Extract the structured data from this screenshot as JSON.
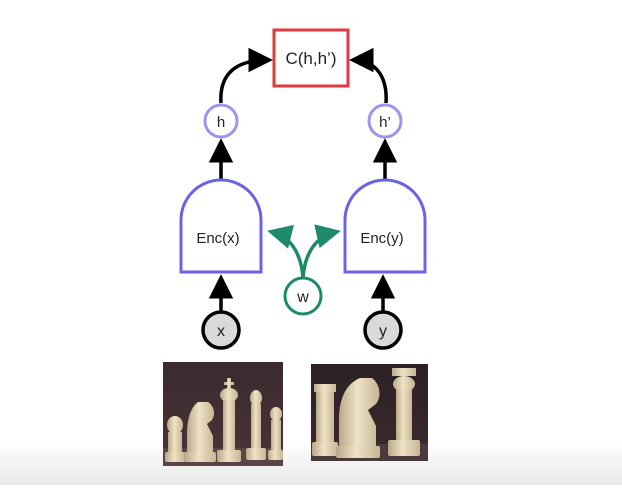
{
  "diagram": {
    "cost_node": {
      "label": "C(h,h’)",
      "color": "#e0393f"
    },
    "left_branch": {
      "input_label": "x",
      "encoder_label": "Enc(x)",
      "embedding_label": "h"
    },
    "right_branch": {
      "input_label": "y",
      "encoder_label": "Enc(y)",
      "embedding_label": "h’"
    },
    "shared_weights": {
      "label": "w",
      "color": "#1f8a6b"
    },
    "colors": {
      "encoder": "#6b63e6",
      "embedding": "#9b95ee",
      "input_fill": "#d9d9d9",
      "arrow": "#000000"
    },
    "images": [
      {
        "icon": "chess-pieces-photo-a"
      },
      {
        "icon": "chess-pieces-photo-b"
      }
    ]
  }
}
